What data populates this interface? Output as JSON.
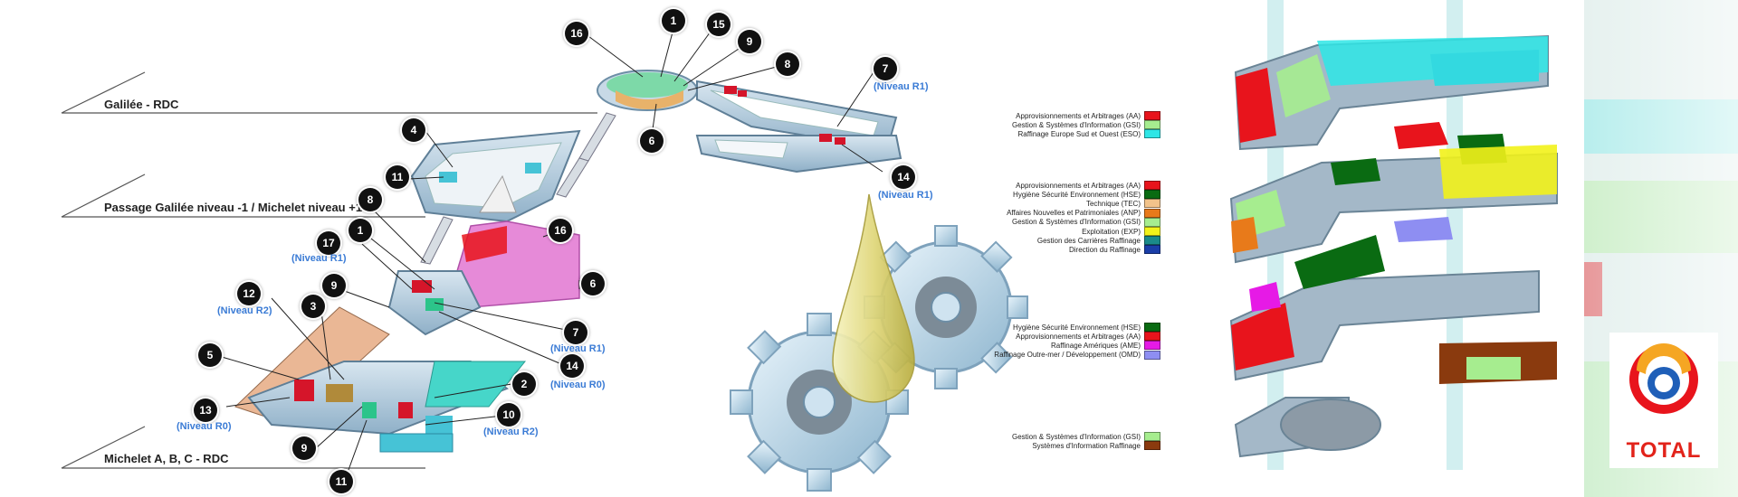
{
  "levels": {
    "galilee": "Galilée - RDC",
    "passage": "Passage Galilée niveau -1 / Michelet niveau +1",
    "michelet": "Michelet A, B, C - RDC"
  },
  "badges": {
    "b16a": "16",
    "b1a": "1",
    "b15": "15",
    "b9a": "9",
    "b8a": "8",
    "b6a": "6",
    "b7a": "7",
    "b14a": "14",
    "b4": "4",
    "b11a": "11",
    "b8b": "8",
    "b16b": "16",
    "b1b": "1",
    "b17": "17",
    "b12": "12",
    "b3": "3",
    "b9b": "9",
    "b6b": "6",
    "b7b": "7",
    "b14b": "14",
    "b5": "5",
    "b2": "2",
    "b13": "13",
    "b10": "10",
    "b9c": "9",
    "b11b": "11"
  },
  "niveaux": {
    "n7a": "(Niveau R1)",
    "n14a": "(Niveau R1)",
    "n17": "(Niveau R1)",
    "n12": "(Niveau R2)",
    "n7b": "(Niveau R1)",
    "n14b": "(Niveau R0)",
    "n13": "(Niveau R0)",
    "n10": "(Niveau R2)"
  },
  "legend_groups": [
    {
      "items": [
        {
          "label": "Approvisionnements et Arbitrages (AA)",
          "color": "#e8141c"
        },
        {
          "label": "Gestion & Systèmes d'Information (GSI)",
          "color": "#a6ed8f"
        },
        {
          "label": "Raffinage Europe Sud et Ouest (ESO)",
          "color": "#2ee6e6"
        }
      ]
    },
    {
      "items": [
        {
          "label": "Approvisionnements et Arbitrages (AA)",
          "color": "#e8141c"
        },
        {
          "label": "Hygiène Sécurité Environnement (HSE)",
          "color": "#0a6b12"
        },
        {
          "label": "Technique (TEC)",
          "color": "#f2c38a"
        },
        {
          "label": "Affaires Nouvelles et Patrimoniales (ANP)",
          "color": "#e87a1a"
        },
        {
          "label": "Gestion & Systèmes d'Information (GSI)",
          "color": "#a6ed8f"
        },
        {
          "label": "Exploitation (EXP)",
          "color": "#f2f21a"
        },
        {
          "label": "Gestion des Carrières Raffinage",
          "color": "#1a8a8a"
        },
        {
          "label": "Direction du Raffinage",
          "color": "#1a3ea8"
        }
      ]
    },
    {
      "items": [
        {
          "label": "Hygiène Sécurité Environnement (HSE)",
          "color": "#0a6b12"
        },
        {
          "label": "Approvisionnements et Arbitrages (AA)",
          "color": "#e8141c"
        },
        {
          "label": "Raffinage Amériques (AME)",
          "color": "#e61ae6"
        },
        {
          "label": "Raffinage Outre-mer / Développement (OMD)",
          "color": "#8e8ef2"
        }
      ]
    },
    {
      "items": [
        {
          "label": "Gestion & Systèmes d'Information (GSI)",
          "color": "#a6ed8f"
        },
        {
          "label": "Systèmes d'Information Raffinage",
          "color": "#8a3a0e"
        }
      ]
    }
  ],
  "logo": {
    "text": "TOTAL"
  }
}
